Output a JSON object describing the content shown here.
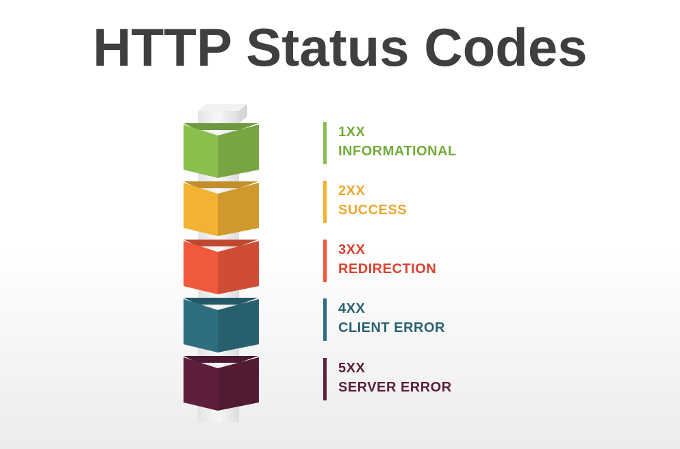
{
  "title": "HTTP Status Codes",
  "items": [
    {
      "code": "1XX",
      "label": "INFORMATIONAL",
      "color": "#8bbf4d",
      "text_color": "#73ab38"
    },
    {
      "code": "2XX",
      "label": "SUCCESS",
      "color": "#f2b234",
      "text_color": "#eaa832"
    },
    {
      "code": "3XX",
      "label": "REDIRECTION",
      "color": "#ef5a3c",
      "text_color": "#d84230"
    },
    {
      "code": "4XX",
      "label": "CLIENT ERROR",
      "color": "#2e6e80",
      "text_color": "#2b6071"
    },
    {
      "code": "5XX",
      "label": "SERVER ERROR",
      "color": "#5e1f3c",
      "text_color": "#5a1d3a"
    }
  ]
}
